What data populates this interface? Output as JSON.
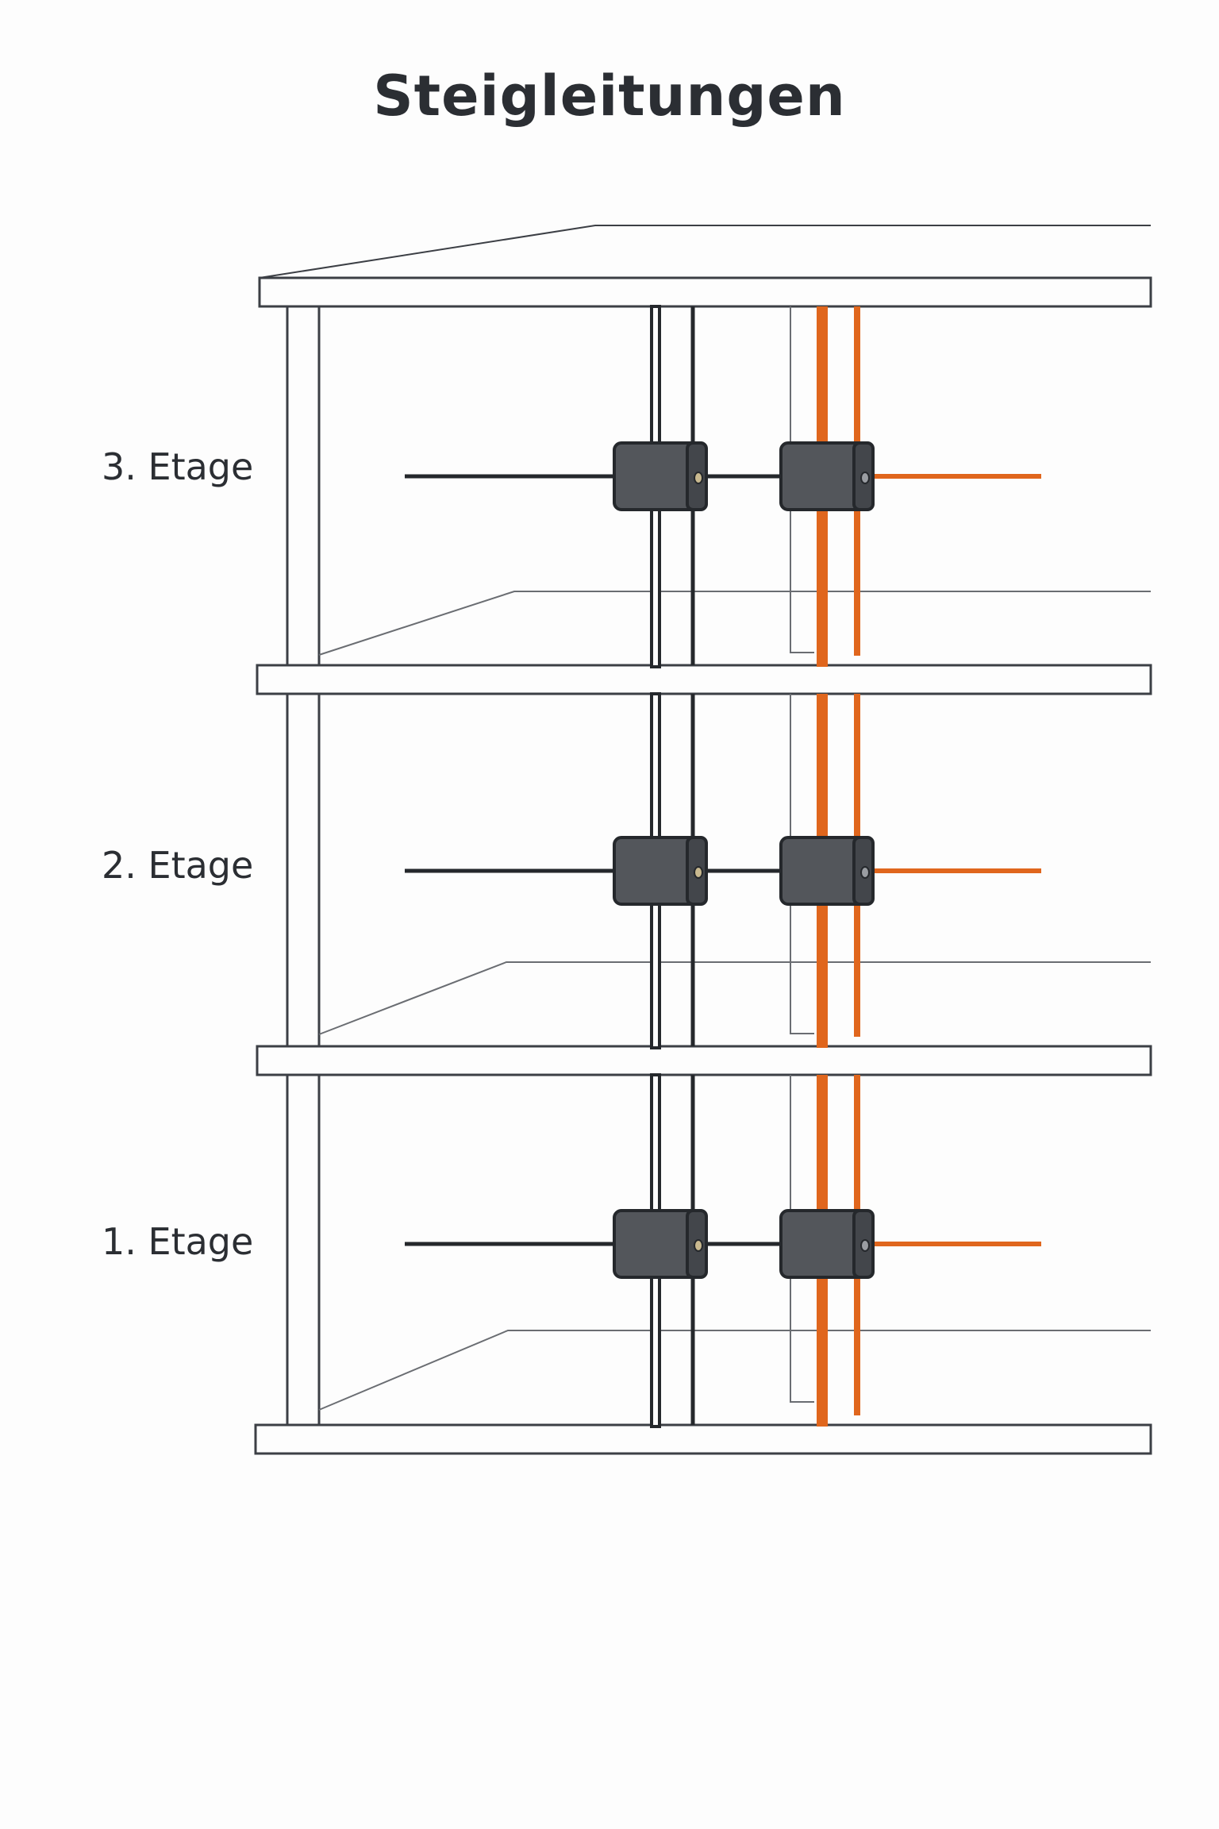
{
  "title": "Steigleitungen",
  "floors": [
    {
      "label": "3. Etage"
    },
    {
      "label": "2. Etage"
    },
    {
      "label": "1. Etage"
    }
  ],
  "colors": {
    "structure": "#3c3f45",
    "dark_line": "#25282c",
    "orange_line": "#e0661d",
    "box_fill": "#53565b",
    "box_stroke": "#25282c",
    "background": "#fdfdfd"
  }
}
